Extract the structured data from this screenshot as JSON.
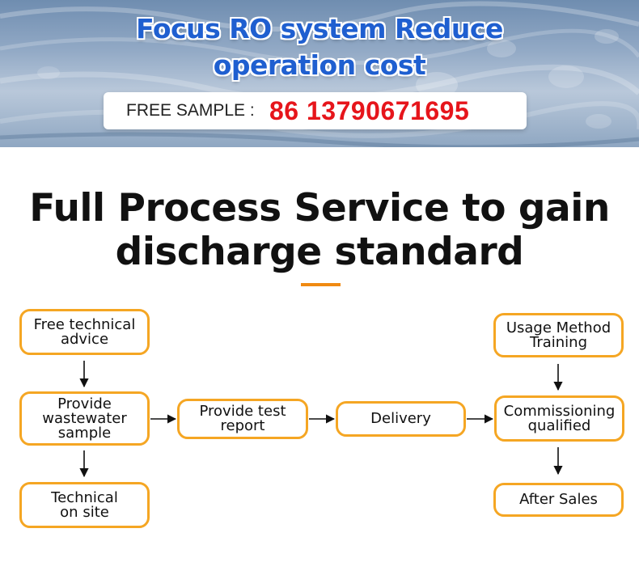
{
  "banner": {
    "title_line1": "Focus RO system Reduce",
    "title_line2": "operation cost",
    "sample_label": "FREE SAMPLE :",
    "sample_phone": "86 13790671695"
  },
  "heading": {
    "line1": "Full Process Service to gain",
    "line2": "discharge standard"
  },
  "flow": {
    "free_technical_advice": [
      "Free technical",
      "advice"
    ],
    "provide_wastewater_sample": [
      "Provide",
      "wastewater",
      "sample"
    ],
    "technical_on_site": [
      "Technical",
      "on site"
    ],
    "provide_test_report": [
      "Provide test",
      "report"
    ],
    "delivery": [
      "Delivery"
    ],
    "usage_method_training": [
      "Usage Method",
      "Training"
    ],
    "commissioning_qualified": [
      "Commissioning",
      "qualified"
    ],
    "after_sales": [
      "After Sales"
    ]
  },
  "colors": {
    "node_border": "#f5a623",
    "title_blue": "#1f5fd0",
    "phone_red": "#e6151b",
    "accent_orange": "#f08a12"
  }
}
